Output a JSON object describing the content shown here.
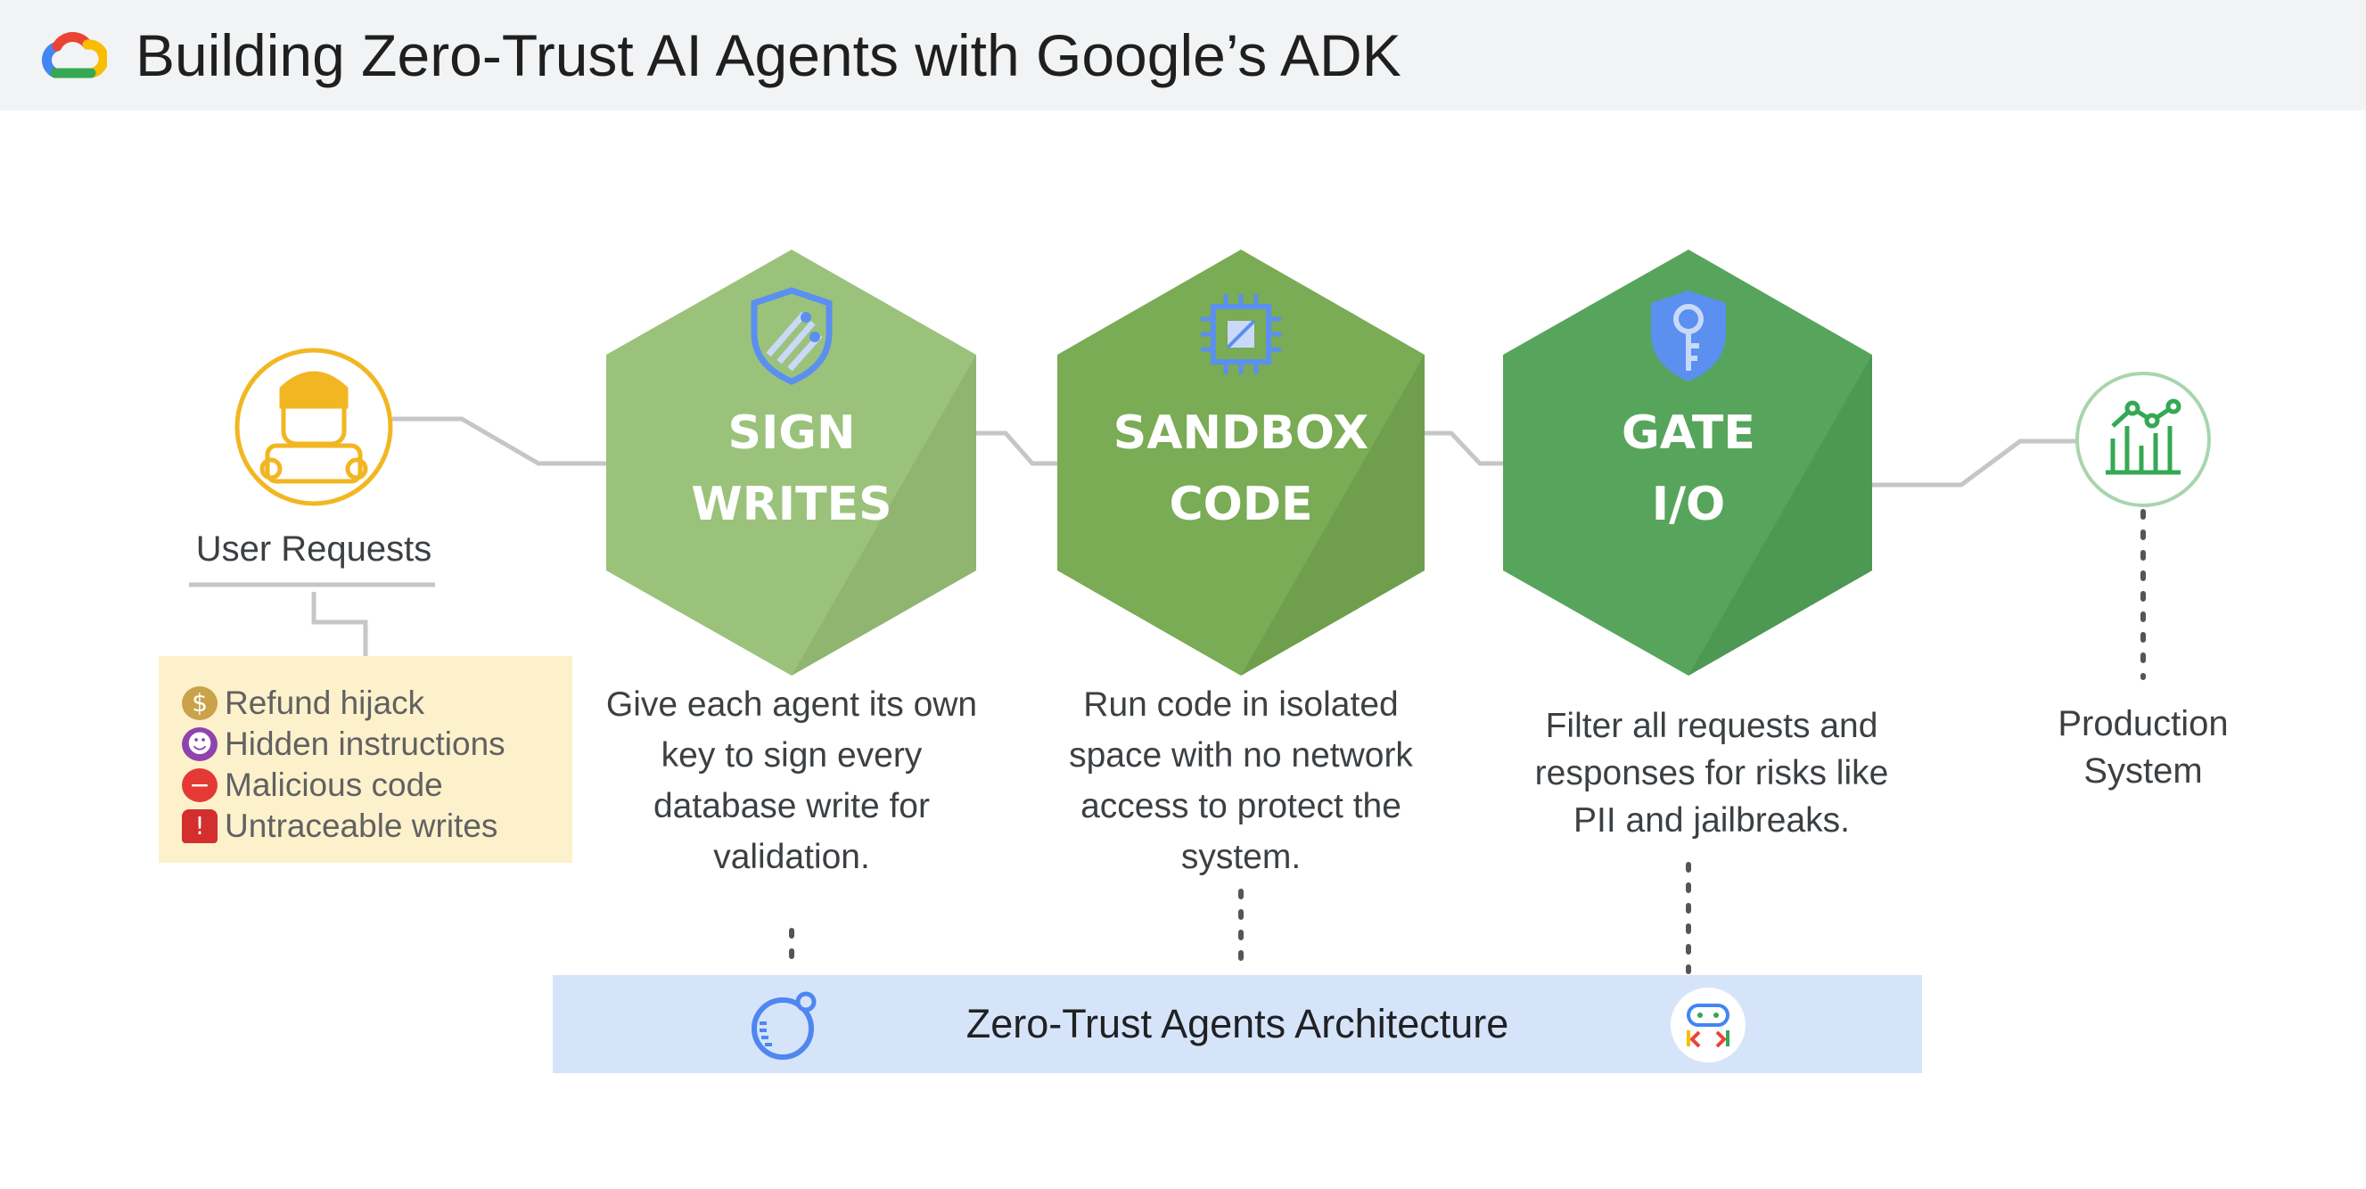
{
  "header": {
    "title": "Building Zero-Trust AI Agents with Google’s ADK",
    "logo_icon": "google-cloud-logo-icon"
  },
  "user_node": {
    "label": "User Requests",
    "icon": "user-person-icon",
    "color": "#f2b622"
  },
  "threats": {
    "items": [
      {
        "emoji": "money-bag-icon",
        "text": "Refund hijack"
      },
      {
        "emoji": "devil-face-icon",
        "text": "Hidden instructions"
      },
      {
        "emoji": "no-entry-icon",
        "text": "Malicious code"
      },
      {
        "emoji": "siren-icon",
        "text": "Untraceable writes"
      }
    ],
    "background": "#fdf1cc"
  },
  "steps": [
    {
      "line1": "SIGN",
      "line2": "WRITES",
      "icon": "shield-icon",
      "description": [
        "Give each agent its own",
        "key to sign every",
        "database write for",
        "validation."
      ],
      "color": "#9bc27b"
    },
    {
      "line1": "SANDBOX",
      "line2": "CODE",
      "icon": "cpu-chip-icon",
      "description": [
        "Run code in isolated",
        "space with no network",
        "access to protect the",
        "system."
      ],
      "color": "#7aab55"
    },
    {
      "line1": "GATE",
      "line2": "I/O",
      "icon": "shield-key-icon",
      "description": [
        "Filter all requests and",
        "responses for risks like",
        "PII and jailbreaks."
      ],
      "color": "#57a55c"
    }
  ],
  "production_node": {
    "label_line1": "Production",
    "label_line2": "System",
    "icon": "analytics-chart-icon",
    "color": "#34a853"
  },
  "architecture": {
    "title": "Zero-Trust Agents Architecture",
    "left_icon": "adk-agent-icon",
    "right_icon": "gemini-code-assist-icon",
    "background": "#d6e4f9"
  }
}
